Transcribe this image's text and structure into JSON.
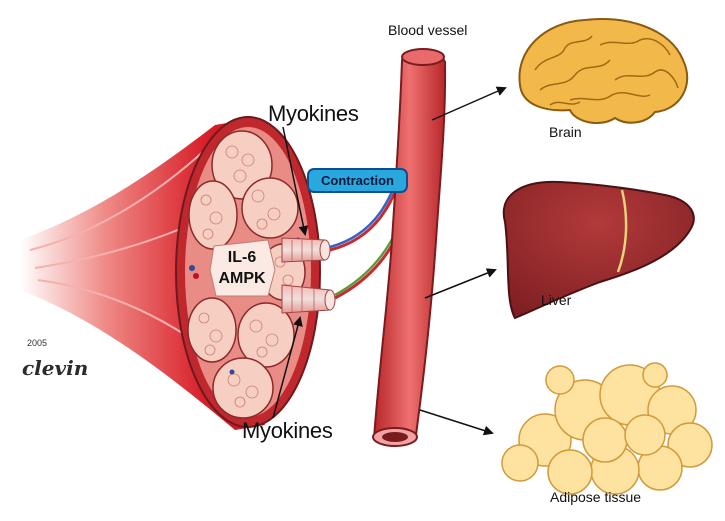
{
  "labels": {
    "blood_vessel": "Blood vessel",
    "myokines_top": "Myokines",
    "myokines_bottom": "Myokines",
    "contraction": "Contraction",
    "il6": "IL-6",
    "ampk": "AMPK",
    "brain": "Brain",
    "liver": "Liver",
    "adipose": "Adipose tissue"
  },
  "signature": {
    "name": "clevin",
    "year": "2005"
  },
  "colors": {
    "muscle_red": "#d8202a",
    "fiber_pink": "#f7cfc2",
    "vessel_red": "#e0484a",
    "brain_gold": "#f2b84a",
    "liver_maroon": "#9a2a2c",
    "adipose_yellow": "#fde2a0",
    "contraction_blue": "#29a8e0",
    "arrow_blue": "#3563c4",
    "arrow_green": "#5a9a3a"
  }
}
